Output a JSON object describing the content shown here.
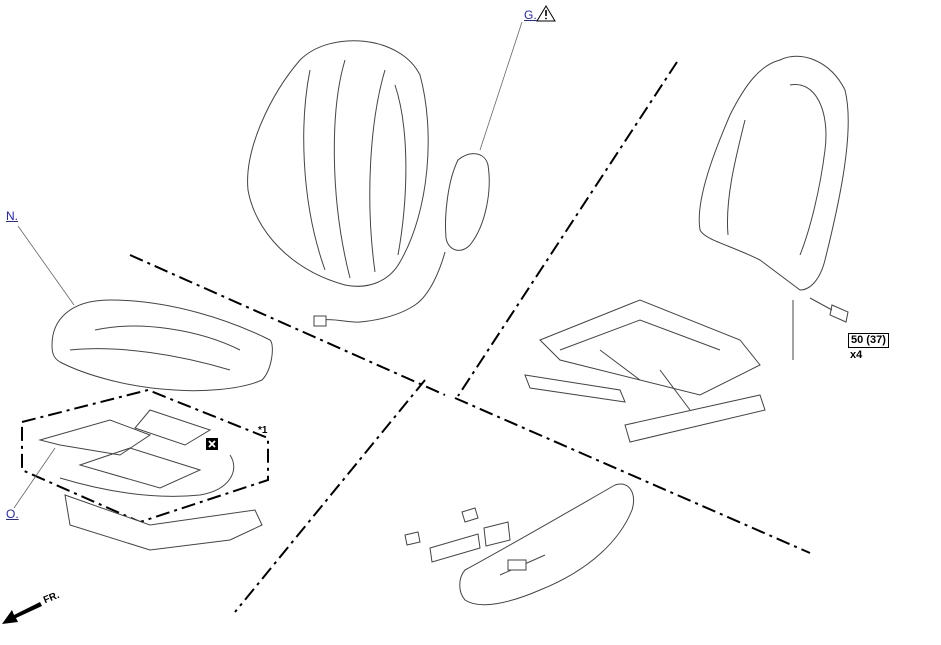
{
  "callouts": {
    "g": "G.",
    "n": "N.",
    "o": "O."
  },
  "torque": {
    "value": "50 (37)",
    "quantity": "x4"
  },
  "note_marker": "*1",
  "direction": "FR.",
  "icons": {
    "caution": "warning-triangle-icon",
    "no_reuse": "x-box-icon"
  },
  "colors": {
    "link": "#2222cc",
    "line": "#444444"
  }
}
